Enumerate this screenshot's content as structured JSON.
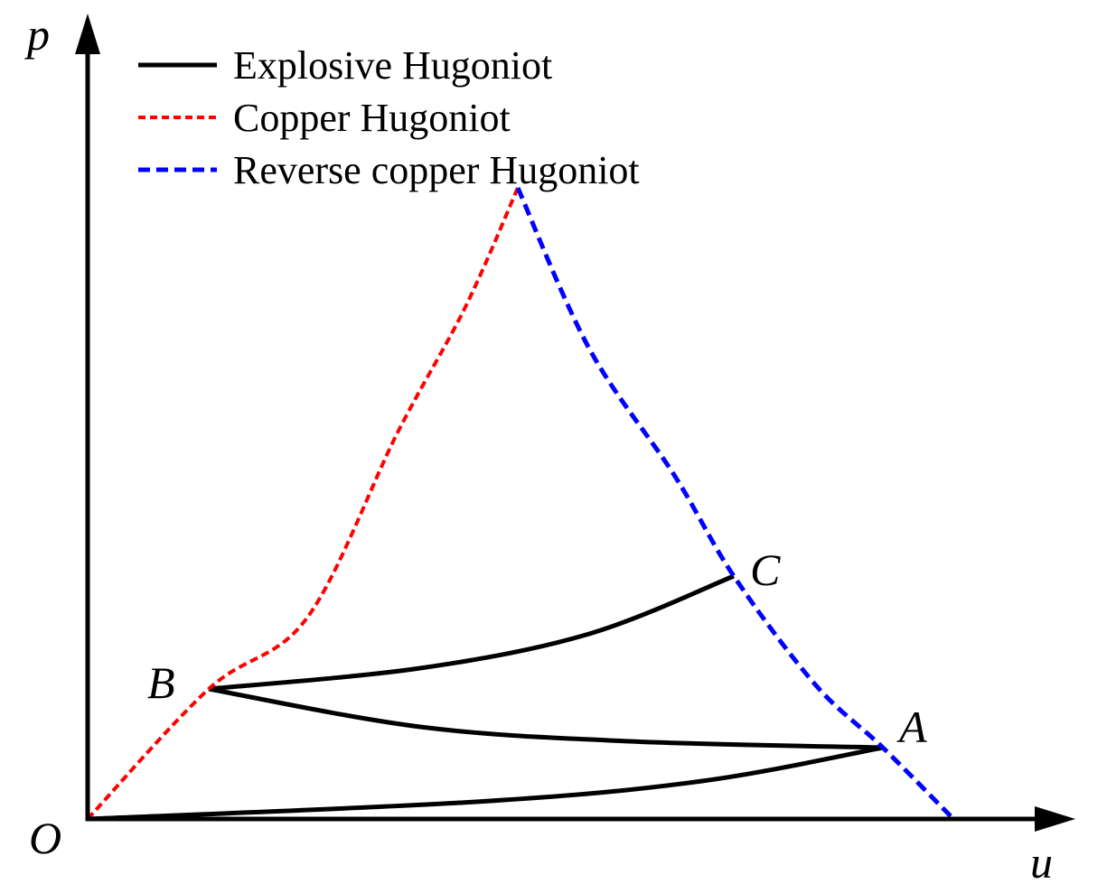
{
  "chart_data": {
    "type": "line",
    "title": "",
    "xlabel": "u",
    "ylabel": "p",
    "origin_label": "O",
    "xlim": [
      0,
      10.93
    ],
    "ylim": [
      0,
      8.89
    ],
    "grid": false,
    "legend_position": "top-left",
    "series": [
      {
        "name": "Explosive Hugoniot",
        "color": "#000000",
        "style": "solid",
        "segments": [
          [
            [
              0,
              0
            ],
            [
              4.3,
              0.19
            ],
            [
              6.8,
              0.42
            ],
            [
              8.8,
              0.79
            ]
          ],
          [
            [
              8.8,
              0.79
            ],
            [
              6.0,
              0.86
            ],
            [
              3.68,
              1.02
            ],
            [
              1.34,
              1.44
            ]
          ],
          [
            [
              1.34,
              1.44
            ],
            [
              3.68,
              1.67
            ],
            [
              5.55,
              2.05
            ],
            [
              7.15,
              2.69
            ]
          ]
        ]
      },
      {
        "name": "Copper Hugoniot",
        "color": "#ff0000",
        "style": "dashed",
        "segments": [
          [
            [
              0,
              0
            ],
            [
              1.34,
              1.44
            ],
            [
              2.43,
              2.23
            ],
            [
              3.43,
              4.28
            ],
            [
              4.18,
              5.67
            ],
            [
              4.76,
              6.99
            ]
          ]
        ]
      },
      {
        "name": "Reverse copper Hugoniot",
        "color": "#0000ff",
        "style": "dashed",
        "segments": [
          [
            [
              4.76,
              6.99
            ],
            [
              5.55,
              5.21
            ],
            [
              6.49,
              3.81
            ],
            [
              7.15,
              2.69
            ],
            [
              8.05,
              1.49
            ],
            [
              8.8,
              0.79
            ],
            [
              9.58,
              0
            ]
          ]
        ]
      }
    ],
    "annotations": [
      {
        "text": "A",
        "u": 8.8,
        "p": 0.79
      },
      {
        "text": "B",
        "u": 1.34,
        "p": 1.44
      },
      {
        "text": "C",
        "u": 7.15,
        "p": 2.69
      }
    ]
  }
}
